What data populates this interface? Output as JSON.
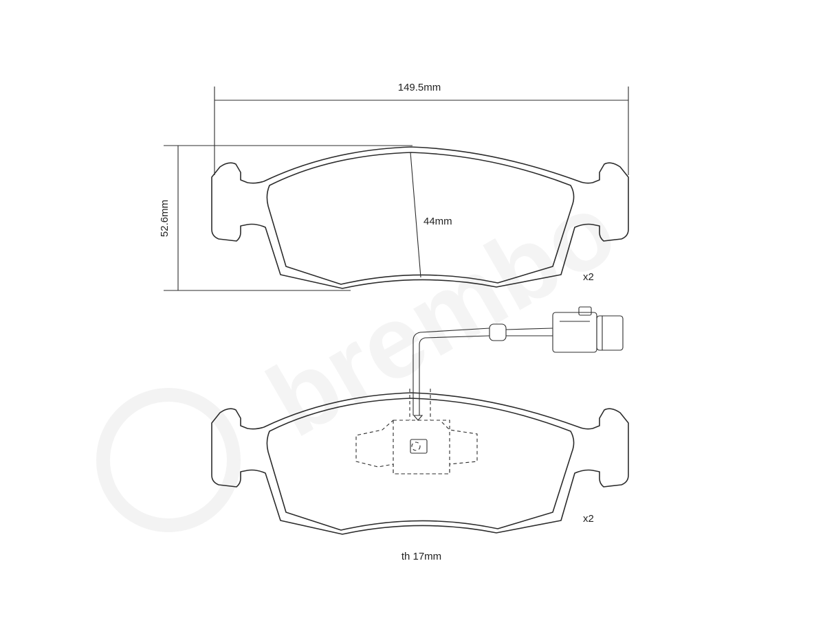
{
  "dimensions": {
    "width_label": "149.5mm",
    "height_label": "52.6mm",
    "inner_height_label": "44mm",
    "thickness_label": "th 17mm"
  },
  "quantities": {
    "top_pad": "x2",
    "bottom_pad": "x2"
  },
  "watermark": {
    "text": "brembo"
  },
  "colors": {
    "line": "#2b2b2b",
    "text": "#222222",
    "watermark": "#f3f3f3",
    "background": "#ffffff"
  }
}
